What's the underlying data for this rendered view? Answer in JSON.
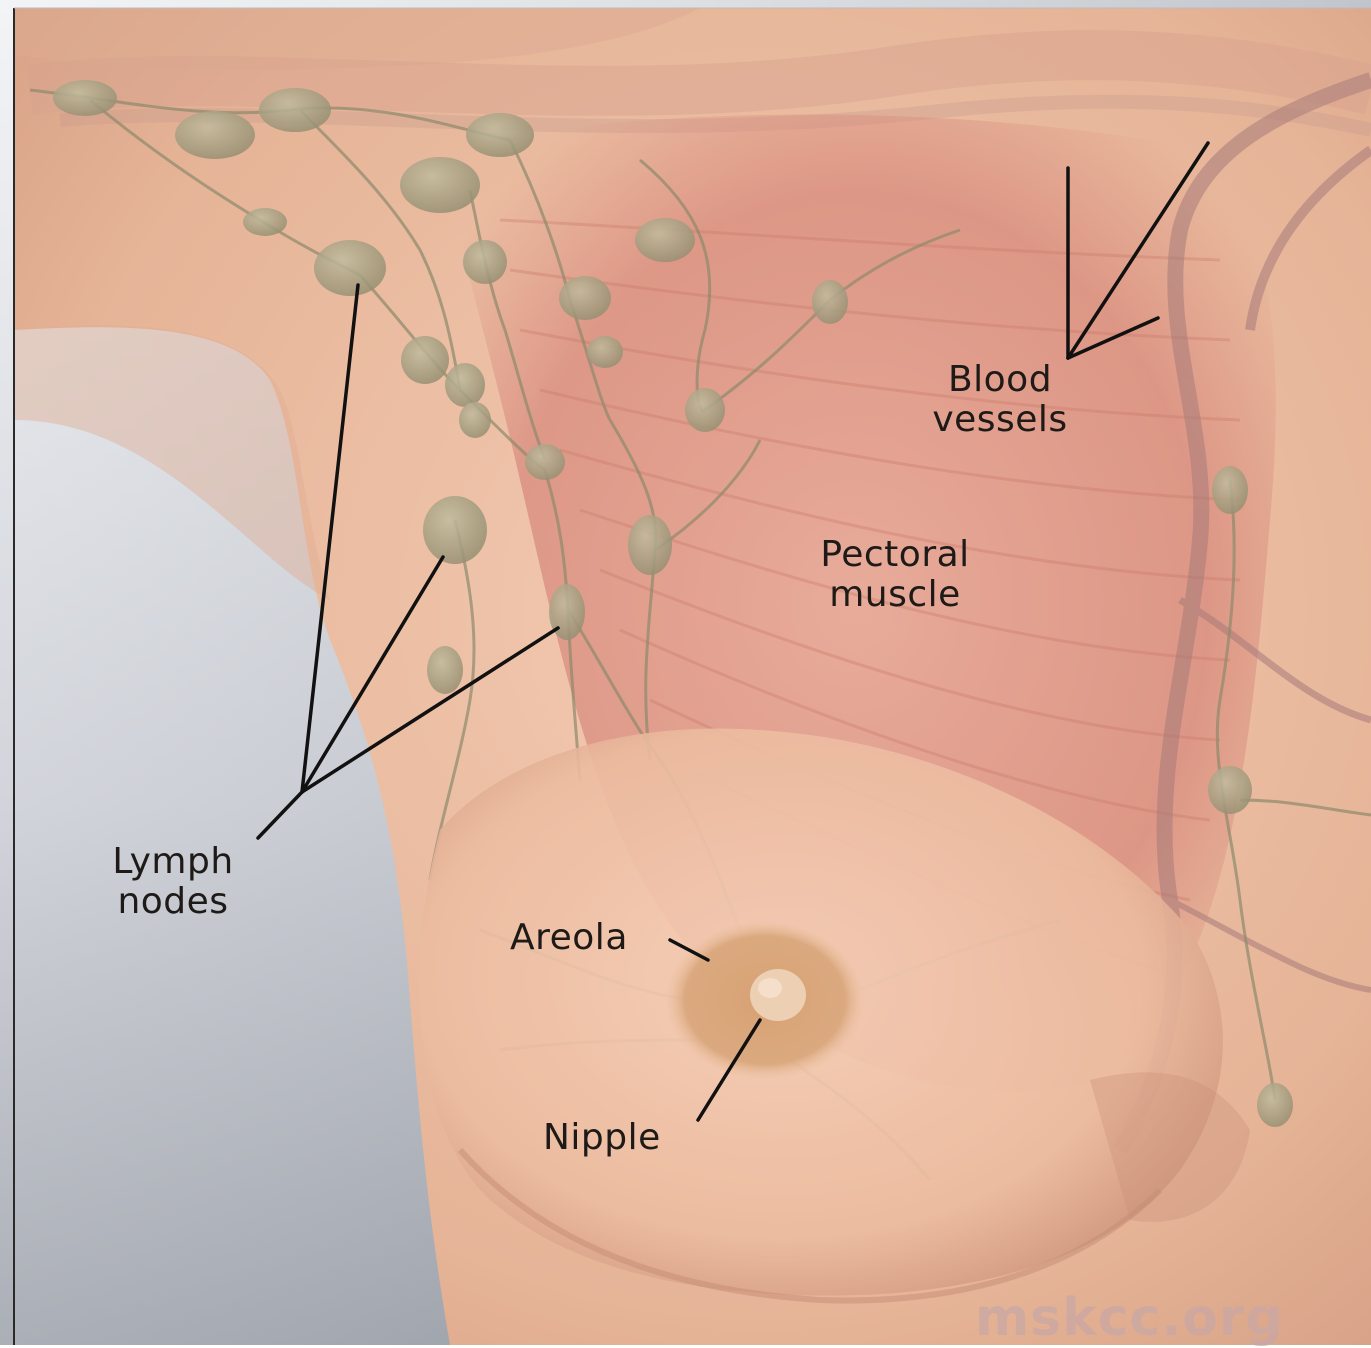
{
  "labels": {
    "lymph_nodes": [
      "Lymph",
      "nodes"
    ],
    "blood_vessels": [
      "Blood",
      "vessels"
    ],
    "pectoral_muscle": [
      "Pectoral",
      "muscle"
    ],
    "areola": "Areola",
    "nipple": "Nipple"
  },
  "watermark": "mskcc.org",
  "colors": {
    "skin": "#eabba0",
    "muscle": "#d88f80",
    "lymph_node": "#a8a183",
    "leader_line": "#111111",
    "background_shadow": "#8a8f9a"
  }
}
